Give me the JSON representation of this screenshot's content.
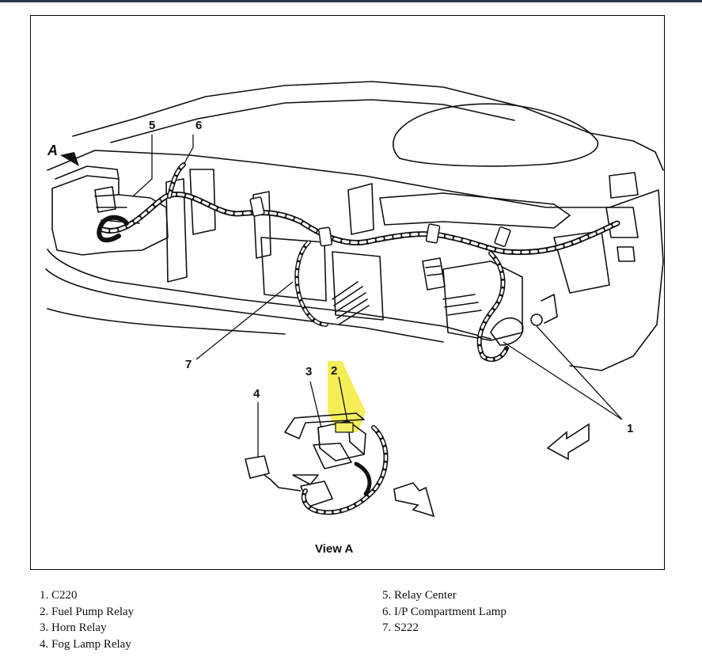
{
  "diagram": {
    "view_label": "View A",
    "view_marker": "A",
    "callouts": [
      "1",
      "2",
      "3",
      "4",
      "5",
      "6",
      "7"
    ],
    "highlight_color": "#f2ea3a"
  },
  "legend": {
    "left": [
      "1. C220",
      "2. Fuel Pump Relay",
      "3. Horn Relay",
      "4. Fog Lamp Relay"
    ],
    "right": [
      "5. Relay Center",
      "6. I/P Compartment Lamp",
      "7. S222"
    ]
  }
}
